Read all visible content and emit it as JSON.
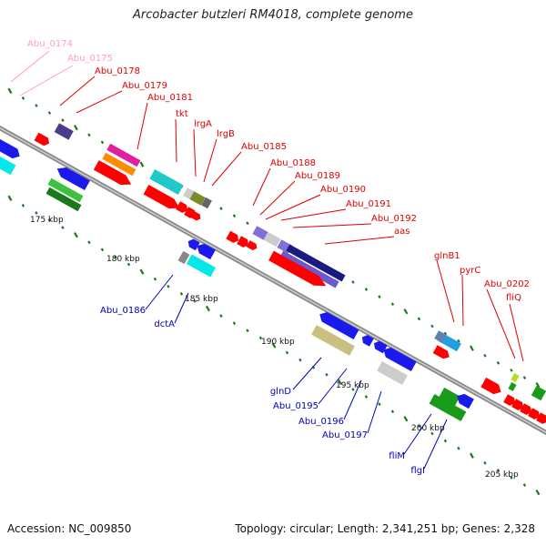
{
  "title": "Arcobacter butzleri RM4018, complete genome",
  "footer": {
    "accession": "Accession: NC_009850",
    "topology": "Topology: circular; Length: 2,341,251 bp; Genes: 2,328"
  },
  "colors": {
    "label_red": "#e00000",
    "label_pink": "#ff99cc",
    "label_blue": "#0000c0",
    "tick_green": "#1a7a1a",
    "backbone": "#8c8c8c"
  },
  "scale_labels": [
    "175 kbp",
    "180 kbp",
    "185 kbp",
    "190 kbp",
    "195 kbp",
    "200 kbp",
    "205 kbp"
  ],
  "labels_top_pink": [
    "Abu_0174",
    "Abu_0175"
  ],
  "labels_top_red": [
    "Abu_0178",
    "Abu_0179",
    "Abu_0181",
    "tkt",
    "lrgA",
    "lrgB",
    "Abu_0185",
    "Abu_0188",
    "Abu_0189",
    "Abu_0190",
    "Abu_0191",
    "Abu_0192",
    "aas",
    "glnB1",
    "pyrC",
    "Abu_0202",
    "fliQ"
  ],
  "labels_bottom_blue": [
    "Abu_0186",
    "dctA",
    "glnD",
    "Abu_0195",
    "Abu_0196",
    "Abu_0197",
    "fliM",
    "flgI"
  ]
}
